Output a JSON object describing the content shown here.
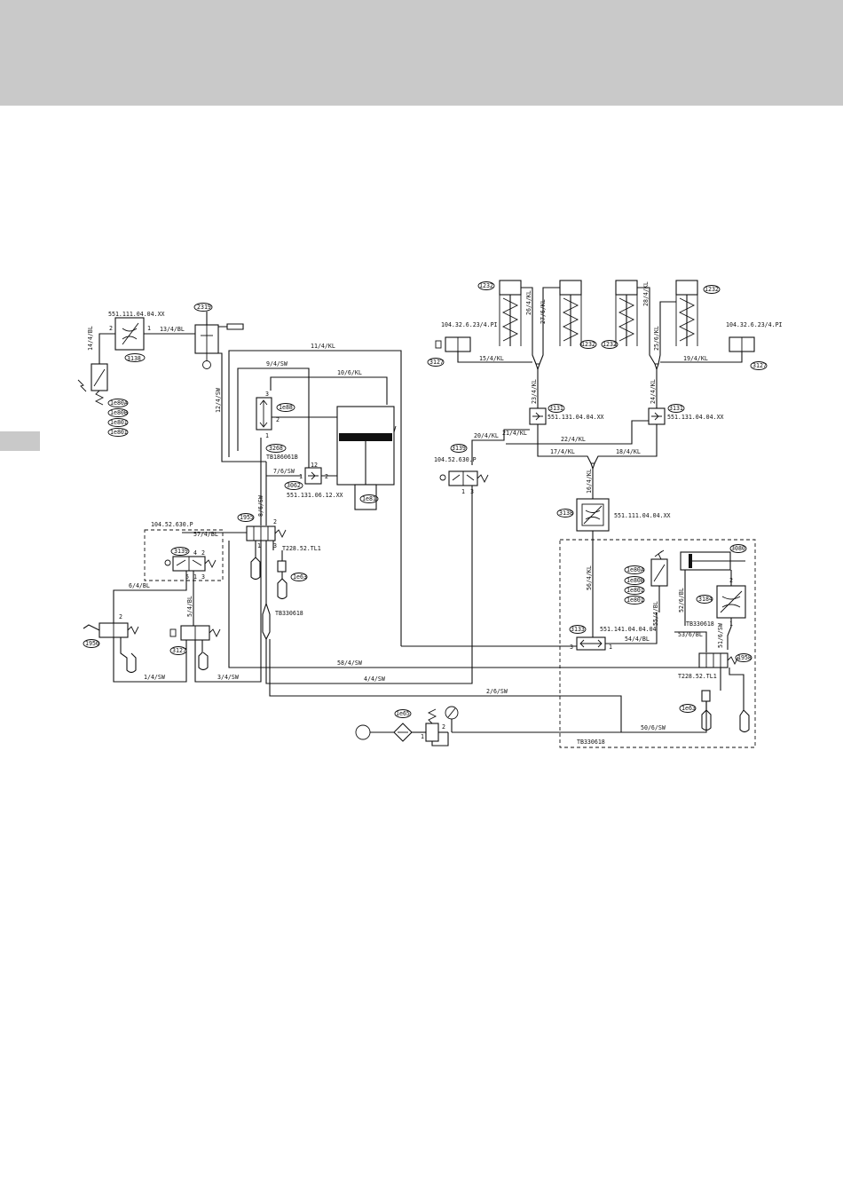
{
  "colors": {
    "band": "#c9c9c9",
    "line": "#111111",
    "paper": "#ffffff"
  },
  "parts": {
    "p551_111": "551.111.04.04.XX",
    "p2319": "2319",
    "p1e8xx_a": "1e80A",
    "p1e8xx_b": "1e80B",
    "p1e8xx_c": "1e80I",
    "p1e8xx_d": "1e80I",
    "p3138_left": "3138",
    "p3268": "3268",
    "p1e88": "1e88",
    "tb186": "TB186061B",
    "p3062": "3062",
    "p551_131_06": "551.131.06.12.XX",
    "p1e81": "1e81",
    "p104_630_left": "104.52.630.P",
    "p1955": "1955",
    "t228_left": "T228.52.TL1",
    "p3139_left": "3139",
    "p1e63_left": "1e63",
    "tb330_left": "TB330618",
    "p1956": "1956",
    "p3127_left": "3127",
    "p1e65": "1e65",
    "p3139_mid": "3139",
    "p104_630_mid": "104.52.630.P",
    "p1232_a": "1232",
    "p1232_b": "1232",
    "p1232_c": "1232",
    "p1232_d": "1232",
    "p104_623_left": "104.32.6.23/4.PI",
    "p104_623_right": "104.32.6.23/4.PI",
    "p3127_r1": "3127",
    "p3127_r2": "3127",
    "p3131_a": "3131",
    "p3131_b": "3131",
    "p551_131_a": "551.131.04.04.XX",
    "p551_131_b": "551.131.04.04.XX",
    "p3138_mid": "3138",
    "p551_111_mid": "551.111.04.04.XX",
    "p3133": "3133",
    "p551_141": "551.141.04.04.04",
    "p3080": "3080",
    "p1e80_r_a": "1e80A",
    "p1e80_r_b": "1e80B",
    "p1e80_r_c": "1e80I",
    "p1e80_r_d": "1e80I",
    "p3184": "3184",
    "tb330_right": "TB330618",
    "p1958": "1958",
    "t228_right": "T228.52.TL1",
    "p1e63_right": "1e63",
    "tb330_bottom": "TB330618"
  },
  "lines": {
    "l1": "1/4/SW",
    "l2": "2/6/SW",
    "l3": "3/4/SW",
    "l4": "4/4/SW",
    "l5": "5/4/BL",
    "l6": "6/4/BL",
    "l7": "7/6/SW",
    "l8": "8/6/SW",
    "l9": "9/4/SW",
    "l10": "10/6/KL",
    "l11": "11/4/KL",
    "l12": "12/4/SW",
    "l13": "13/4/BL",
    "l14": "14/4/BL",
    "l15": "15/4/KL",
    "l16": "16/4/KL",
    "l17": "17/4/KL",
    "l18": "18/4/KL",
    "l19": "19/4/KL",
    "l20": "20/4/KL",
    "l21": "21/4/KL",
    "l22": "22/4/KL",
    "l23": "23/4/KL",
    "l24": "24/4/KL",
    "l25": "25/6/KL",
    "l26": "26/4/KL",
    "l27": "27/6/KL",
    "l28": "28/4/KL",
    "l50": "50/6/SW",
    "l51": "51/6/SW",
    "l52": "52/6/BL",
    "l53": "53/6/BL",
    "l54": "54/4/BL",
    "l55": "55/4/BL",
    "l56": "56/4/KL",
    "l57": "57/4/BL",
    "l58": "58/4/SW"
  },
  "ports": {
    "n1": "1",
    "n2": "2",
    "n3": "3",
    "n4": "4",
    "n5": "5",
    "n12": "12"
  }
}
